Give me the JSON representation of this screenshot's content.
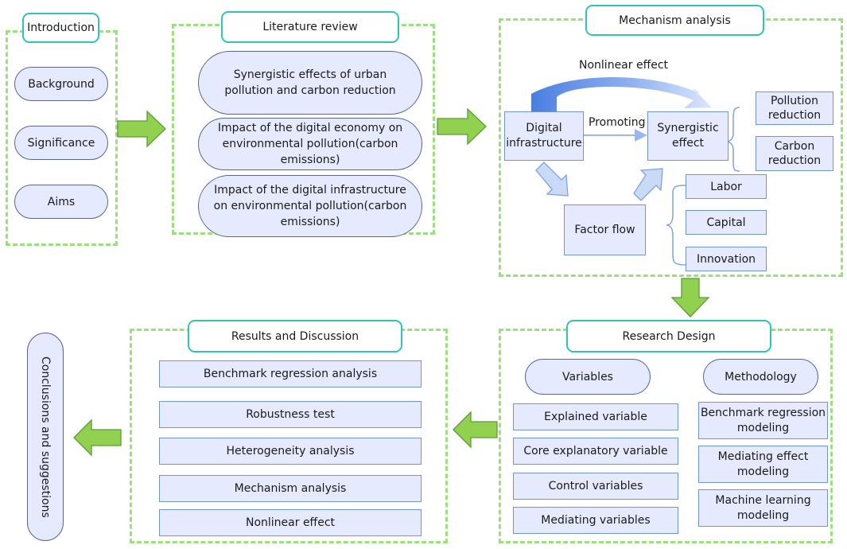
{
  "introduction": {
    "title": "Introduction",
    "items": [
      "Background",
      "Significance",
      "Aims"
    ]
  },
  "literature": {
    "title": "Literature review",
    "items": [
      "Synergistic effects of urban pollution and carbon reduction",
      "Impact of the digital economy on environmental pollution(carbon emissions)",
      "Impact of the digital infrastructure on environmental pollution(carbon emissions)"
    ]
  },
  "mechanism": {
    "title": "Mechanism analysis",
    "nonlinear_label": "Nonlinear effect",
    "promoting_label": "Promoting",
    "digital_infrastructure": "Digital infrastructure",
    "synergistic_effect": "Synergistic effect",
    "pollution_reduction": "Pollution reduction",
    "carbon_reduction": "Carbon reduction",
    "factor_flow": "Factor flow",
    "factors": [
      "Labor",
      "Capital",
      "Innovation"
    ]
  },
  "research_design": {
    "title": "Research Design",
    "variables_title": "Variables",
    "methodology_title": "Methodology",
    "variables": [
      "Explained variable",
      "Core explanatory variable",
      "Control variables",
      "Mediating variables"
    ],
    "methods": [
      "Benchmark regression modeling",
      "Mediating effect modeling",
      "Machine learning modeling"
    ]
  },
  "results": {
    "title": "Results and Discussion",
    "items": [
      "Benchmark regression analysis",
      "Robustness test",
      "Heterogeneity analysis",
      "Mechanism analysis",
      "Nonlinear effect"
    ]
  },
  "conclusions": {
    "label": "Conclusions and suggestions"
  },
  "colors": {
    "dashed_border": "#9be07a",
    "title_border": "#2ec4b6",
    "box_fill": "#e6eaff",
    "box_border": "#6e95cf",
    "green_arrow": "#92d050",
    "blue_arrow": "#4f86e0"
  }
}
